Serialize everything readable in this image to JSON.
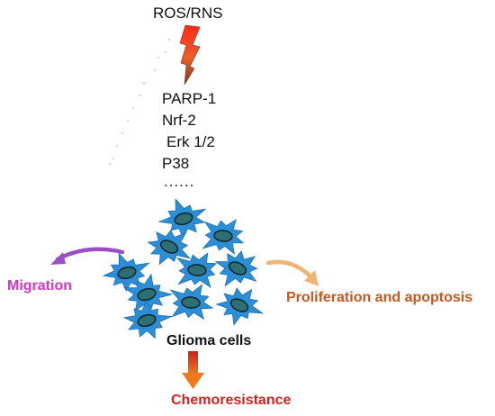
{
  "stimulus": "ROS/RNS",
  "molecules": [
    "PARP-1",
    "Nrf-2",
    "Erk 1/2",
    "P38",
    "......"
  ],
  "cells_label": "Glioma cells",
  "outcomes": {
    "migration": "Migration",
    "proliferation": "Proliferation and apoptosis",
    "chemoresistance": "Chemoresistance"
  },
  "colors": {
    "cell_fill": "#2a8fd8",
    "nucleus_fill": "#2e6f74",
    "migration": "#9a4fc7",
    "migration_text": "#d633c8",
    "proliferation": "#f0b477",
    "proliferation_text": "#c9561a",
    "chemo_arrow": "#e25a18",
    "chemo_text": "#d91f1f",
    "bolt": "#e63a1c"
  }
}
